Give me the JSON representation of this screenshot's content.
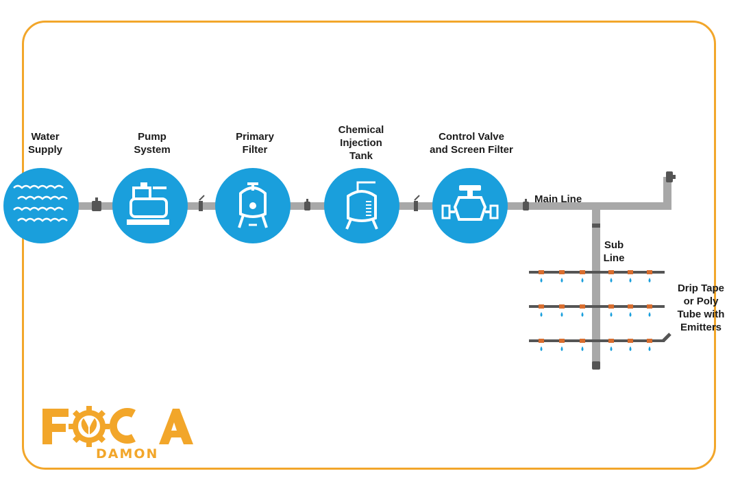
{
  "colors": {
    "frame": "#f2a62a",
    "node": "#1a9fdc",
    "pipe": "#a8a8a8",
    "fitting": "#555555",
    "emitter": "#d86d2e",
    "drop": "#1a9fdc",
    "brand": "#f2a62a"
  },
  "nodes": [
    {
      "label": "Water\nSupply",
      "icon": "water-waves-icon"
    },
    {
      "label": "Pump\nSystem",
      "icon": "pump-icon"
    },
    {
      "label": "Primary\nFilter",
      "icon": "filter-tank-icon"
    },
    {
      "label": "Chemical\nInjection\nTank",
      "icon": "injection-tank-icon"
    },
    {
      "label": "Control Valve\nand Screen Filter",
      "icon": "control-valve-icon"
    }
  ],
  "lines": {
    "main": "Main Line",
    "sub": "Sub\nLine",
    "drip": "Drip Tape\nor Poly\nTube with\nEmitters"
  },
  "logo": {
    "letters": [
      "F",
      "C",
      "A"
    ],
    "sub": "DAMON"
  }
}
